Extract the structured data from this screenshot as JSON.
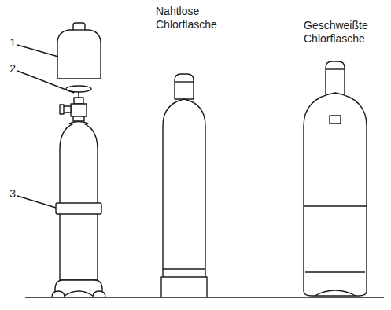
{
  "diagram": {
    "labels": [
      "1",
      "2",
      "3",
      "Nahtlose Chlorflasche",
      "Geschweißte Chlorflasche"
    ]
  }
}
